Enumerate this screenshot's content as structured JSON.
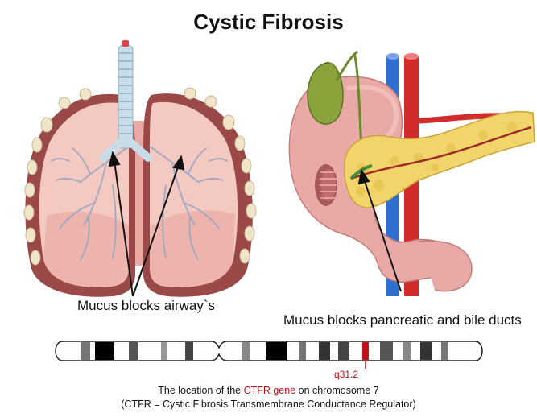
{
  "title": "Cystic Fibrosis",
  "labels": {
    "lungs": "Mucus blocks airway`s",
    "pancreas": "Mucus blocks pancreatic and bile ducts"
  },
  "chromosome": {
    "locus": "q31.2",
    "caption": {
      "pre": "The location of the ",
      "gene": "CTFR gene",
      "post": " on chromosome 7",
      "line2": "(CTFR = Cystic Fibrosis Transmembrane Conductance Regulator)"
    }
  },
  "colors": {
    "lung_fill": "#f4c9c2",
    "lung_border": "#8c3f3f",
    "trachea": "#c9dde8",
    "pancreas": "#f1d56a",
    "intestine": "#e9a9a6",
    "artery": "#d22b2b",
    "vein": "#2f6fd0",
    "gallbladder": "#8aa33a",
    "gene_band": "#c0141c"
  },
  "icons": [
    "lungs-illustration",
    "trachea",
    "pancreas-illustration",
    "stomach-duodenum",
    "gallbladder",
    "aorta",
    "vena-cava",
    "chromosome-7-ideogram"
  ]
}
